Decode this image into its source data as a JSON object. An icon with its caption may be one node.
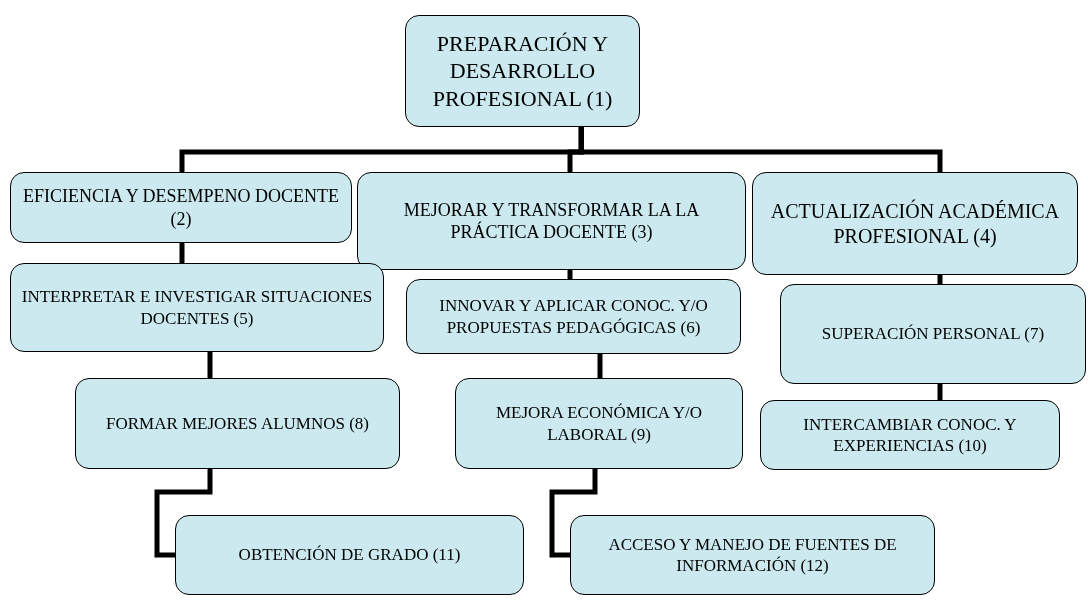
{
  "diagram": {
    "nodes": [
      {
        "text": [
          "PREPARACIÓN Y DESARROLLO PROFESIONAL (1)"
        ]
      },
      {
        "text": [
          "EFICIENCIA Y DESEMPENO DOCENTE (2)"
        ]
      },
      {
        "text": [
          "MEJORAR Y TRANSFORMAR LA LA PRÁCTICA DOCENTE (3)"
        ]
      },
      {
        "text": [
          "ACTUALIZACIÓN ACADÉMICA PROFESIONAL (4)"
        ]
      },
      {
        "text": [
          "INTERPRETAR E INVESTIGAR SITUACIONES DOCENTES (5)"
        ]
      },
      {
        "text": [
          "INNOVAR  Y APLICAR CONOC. Y/O PROPUESTAS PEDAGÓGICAS (6)"
        ]
      },
      {
        "text": [
          "SUPERACIÓN PERSONAL (7)"
        ]
      },
      {
        "text": [
          "FORMAR MEJORES ALUMNOS (8)"
        ]
      },
      {
        "text": [
          "MEJORA ECONÓMICA Y/O LABORAL (9)"
        ]
      },
      {
        "text": [
          "INTERCAMBIAR CONOC. Y EXPERIENCIAS (10)"
        ]
      },
      {
        "text": [
          "OBTENCIÓN DE GRADO (11)"
        ]
      },
      {
        "text": [
          "ACCESO Y MANEJO DE FUENTES DE INFORMACIÓN (12)"
        ]
      }
    ],
    "edges": [
      {
        "from": 0,
        "to": 1,
        "arrow": "none"
      },
      {
        "from": 0,
        "to": 2,
        "arrow": "none"
      },
      {
        "from": 0,
        "to": 3,
        "arrow": "none"
      },
      {
        "from": 1,
        "to": 4,
        "arrow": "none"
      },
      {
        "from": 2,
        "to": 5,
        "arrow": "none"
      },
      {
        "from": 3,
        "to": 6,
        "arrow": "none"
      },
      {
        "from": 4,
        "to": 7,
        "arrow": "none"
      },
      {
        "from": 5,
        "to": 8,
        "arrow": "none"
      },
      {
        "from": 6,
        "to": 9,
        "arrow": "none"
      },
      {
        "from": 7,
        "to": 10,
        "arrow": "none"
      },
      {
        "from": 8,
        "to": 11,
        "arrow": "none"
      }
    ]
  }
}
